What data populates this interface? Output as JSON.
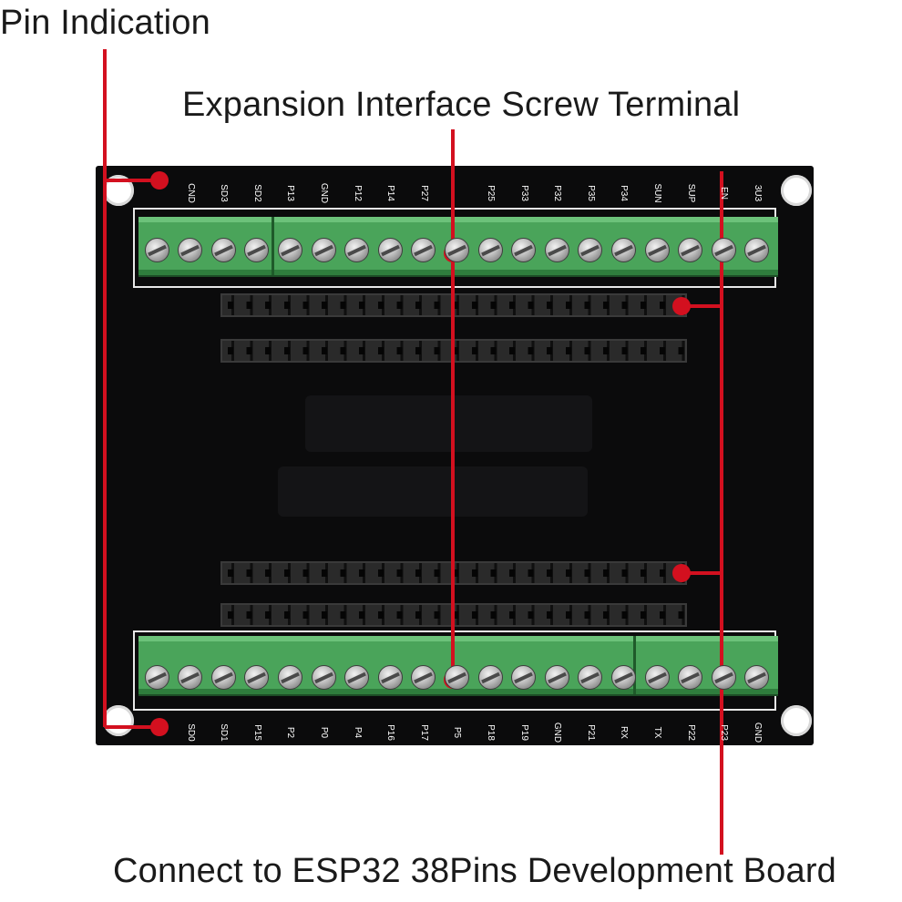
{
  "callouts": {
    "pin_indication": "Pin Indication",
    "expansion_terminal": "Expansion Interface Screw Terminal",
    "esp32_connect": "Connect to ESP32 38Pins Development Board"
  },
  "pins": {
    "top": [
      "",
      "CND",
      "SD3",
      "SD2",
      "P13",
      "GND",
      "P12",
      "P14",
      "P27",
      "",
      "P25",
      "P33",
      "P32",
      "P35",
      "P34",
      "SUN",
      "SUP",
      "EN",
      "3U3"
    ],
    "bottom": [
      "",
      "SD0",
      "SD1",
      "P15",
      "P2",
      "P0",
      "P4",
      "P16",
      "P17",
      "P5",
      "P18",
      "P19",
      "GND",
      "P21",
      "RX",
      "TX",
      "P22",
      "P23",
      "GND"
    ]
  },
  "colors": {
    "callout_red": "#d3101f",
    "board": "#0b0b0c",
    "terminal_green": "#4aa45a"
  },
  "icons": {
    "screw": "screw-terminal-icon",
    "mount_hole": "mounting-hole-icon",
    "callout_dot": "callout-dot-icon"
  }
}
